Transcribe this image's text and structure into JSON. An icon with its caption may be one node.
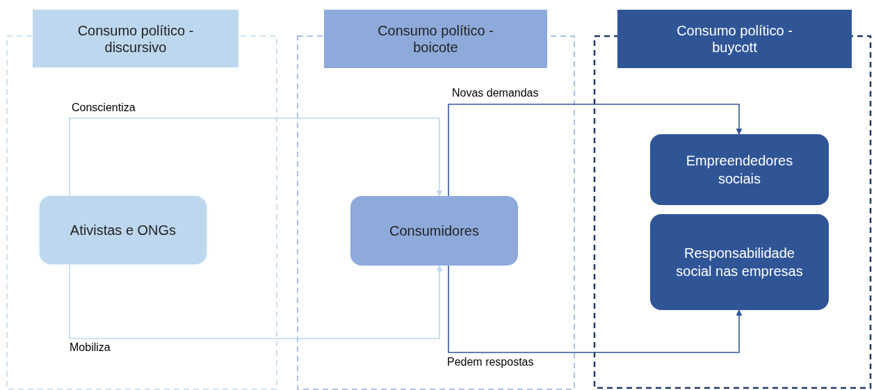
{
  "diagram": {
    "nodes": [
      {
        "text": [
          "Consumo político - discursivo"
        ]
      },
      {
        "text": [
          "Ativistas e ONGs"
        ],
        "in": 0
      },
      {
        "text": [
          "Consumo político - boicote"
        ]
      },
      {
        "text": [
          "Consumidores"
        ],
        "in": 2
      },
      {
        "text": [
          "Consumo político - buycott"
        ]
      },
      {
        "text": [
          "Empreendedores sociais"
        ],
        "in": 4
      },
      {
        "text": [
          "Responsabilidade social nas empresas"
        ],
        "in": 4
      }
    ],
    "edges": [
      {
        "from": 1,
        "to": 3,
        "arrow": "to",
        "label": "Conscientiza",
        "color": "#bdd7ee"
      },
      {
        "from": 1,
        "to": 3,
        "arrow": "to",
        "label": "Mobiliza",
        "color": "#bdd7ee"
      },
      {
        "from": 3,
        "to": 5,
        "arrow": "to",
        "label": "Novas demandas",
        "color": "#2f5597"
      },
      {
        "from": 3,
        "to": 6,
        "arrow": "to",
        "label": "Pedem respostas",
        "color": "#2f5597"
      }
    ]
  }
}
